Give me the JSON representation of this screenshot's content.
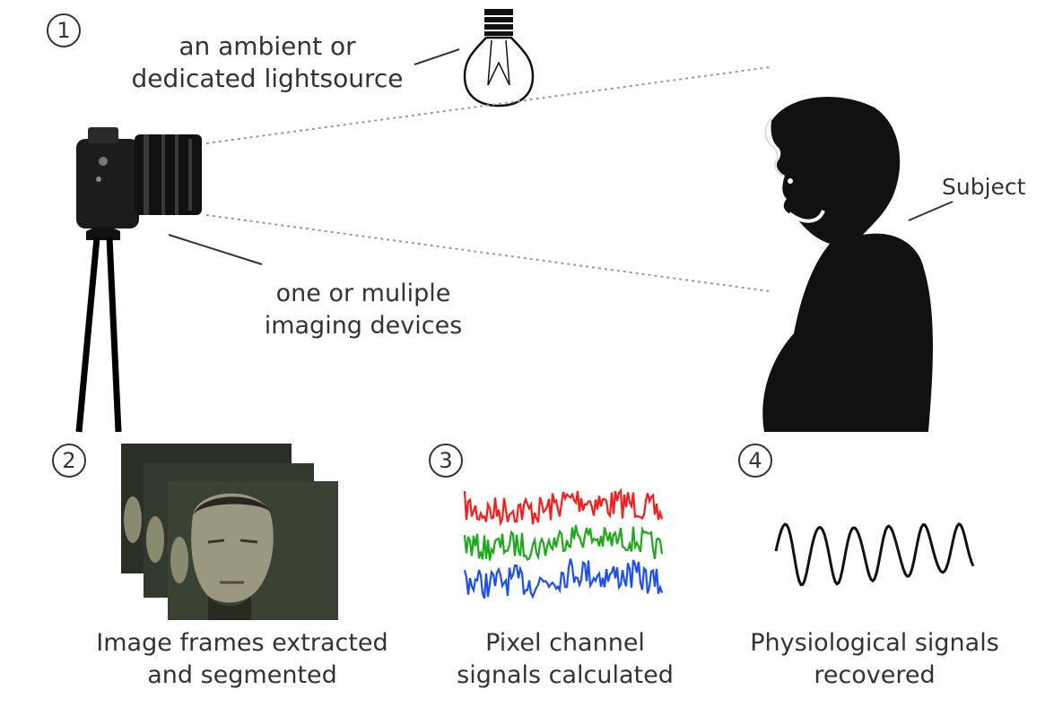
{
  "steps": [
    "1",
    "2",
    "3",
    "4"
  ],
  "labels": {
    "light_source": [
      "an ambient or",
      "dedicated lightsource"
    ],
    "imaging_devices": [
      "one or muliple",
      "imaging devices"
    ],
    "subject": "Subject",
    "frames": [
      "Image frames extracted",
      "and segmented"
    ],
    "pixel_signals": [
      "Pixel channel",
      "signals calculated"
    ],
    "physio_signals": [
      "Physiological signals",
      "recovered"
    ]
  },
  "colors": {
    "red_channel": "#ff1a1a",
    "green_channel": "#1aaa1a",
    "blue_channel": "#1a4dff",
    "ink": "#222222"
  }
}
